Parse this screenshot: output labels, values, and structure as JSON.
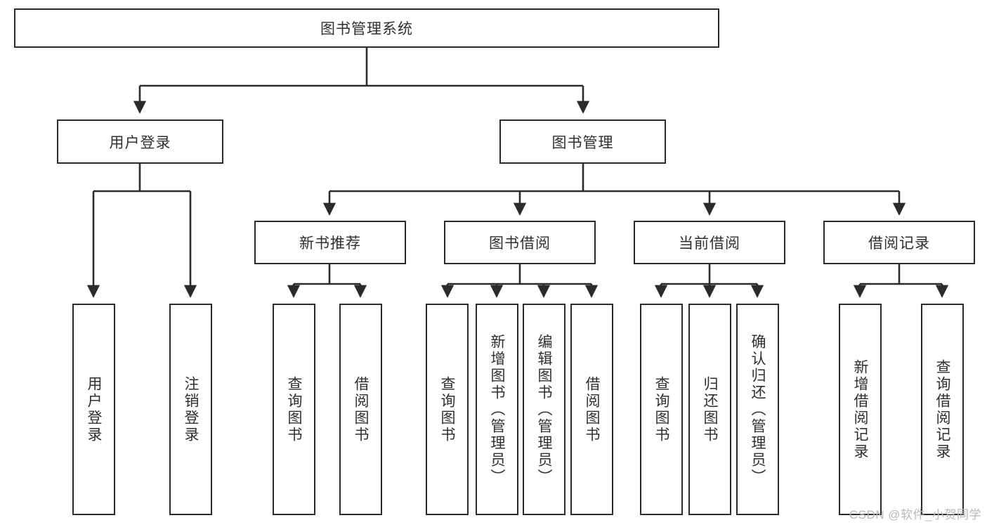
{
  "diagram": {
    "title": "图书管理系统",
    "type": "hierarchy-tree",
    "orientation": "top-down",
    "line_color": "#2b2b2b",
    "box_fill": "#ffffff",
    "text_color": "#2f2f2f",
    "root": {
      "id": "root",
      "label": "图书管理系统",
      "text_direction": "horizontal"
    },
    "level2": [
      {
        "id": "user-login",
        "label": "用户登录",
        "text_direction": "horizontal"
      },
      {
        "id": "book-management",
        "label": "图书管理",
        "text_direction": "horizontal"
      }
    ],
    "level3": [
      {
        "id": "new-book-recommend",
        "label": "新书推荐",
        "text_direction": "horizontal",
        "parent": "book-management"
      },
      {
        "id": "book-borrow",
        "label": "图书借阅",
        "text_direction": "horizontal",
        "parent": "book-management"
      },
      {
        "id": "current-borrow",
        "label": "当前借阅",
        "text_direction": "horizontal",
        "parent": "book-management"
      },
      {
        "id": "borrow-record",
        "label": "借阅记录",
        "text_direction": "horizontal",
        "parent": "book-management"
      }
    ],
    "leaves": [
      {
        "id": "leaf-user-login",
        "label": "用户登录",
        "text_direction": "vertical",
        "parent": "user-login"
      },
      {
        "id": "leaf-user-logout",
        "label": "注销登录",
        "text_direction": "vertical",
        "parent": "user-login"
      },
      {
        "id": "leaf-query-book-1",
        "label": "查询图书",
        "text_direction": "vertical",
        "parent": "new-book-recommend"
      },
      {
        "id": "leaf-borrow-book-1",
        "label": "借阅图书",
        "text_direction": "vertical",
        "parent": "new-book-recommend"
      },
      {
        "id": "leaf-query-book-2",
        "label": "查询图书",
        "text_direction": "vertical",
        "parent": "book-borrow"
      },
      {
        "id": "leaf-add-book-admin",
        "label": "新增图书（管理员）",
        "text_direction": "vertical",
        "parent": "book-borrow"
      },
      {
        "id": "leaf-edit-book-admin",
        "label": "编辑图书（管理员）",
        "text_direction": "vertical",
        "parent": "book-borrow"
      },
      {
        "id": "leaf-borrow-book-2",
        "label": "借阅图书",
        "text_direction": "vertical",
        "parent": "book-borrow"
      },
      {
        "id": "leaf-query-book-3",
        "label": "查询图书",
        "text_direction": "vertical",
        "parent": "current-borrow"
      },
      {
        "id": "leaf-return-book",
        "label": "归还图书",
        "text_direction": "vertical",
        "parent": "current-borrow"
      },
      {
        "id": "leaf-confirm-return-admin",
        "label": "确认归还（管理员）",
        "text_direction": "vertical",
        "parent": "current-borrow"
      },
      {
        "id": "leaf-add-borrow-record",
        "label": "新增借阅记录",
        "text_direction": "vertical",
        "parent": "borrow-record"
      },
      {
        "id": "leaf-query-borrow-record",
        "label": "查询借阅记录",
        "text_direction": "vertical",
        "parent": "borrow-record"
      }
    ]
  },
  "watermark": {
    "text": "CSDN @软件_小贺同学"
  }
}
